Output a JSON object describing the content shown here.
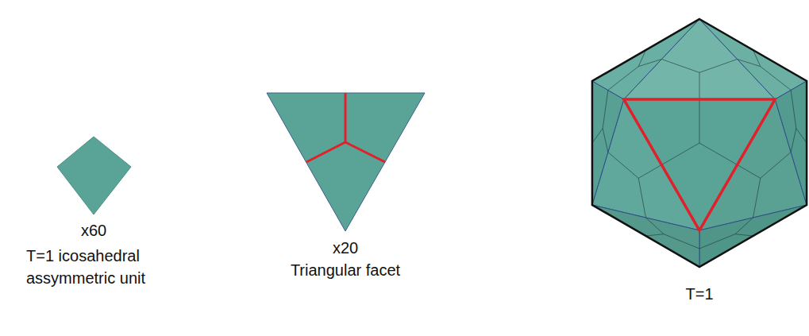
{
  "diagram": {
    "labels": [
      "x60",
      "T=1 icosahedral assymmetric unit",
      "x20",
      "Triangular facet",
      "T=1"
    ]
  }
}
